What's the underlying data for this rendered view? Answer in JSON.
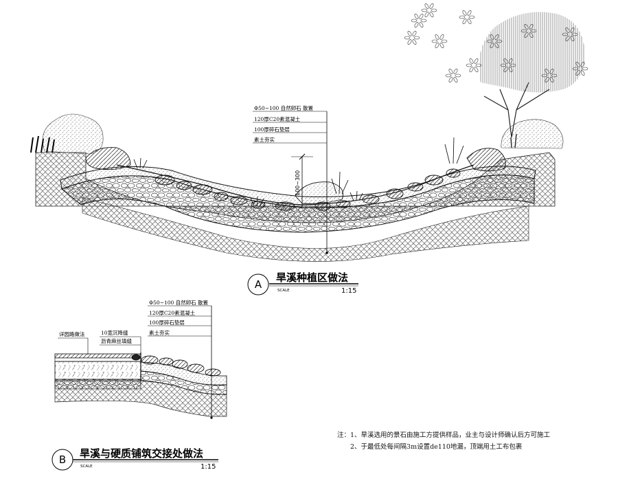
{
  "section_a": {
    "marker": "A",
    "title": "旱溪种植区做法",
    "scale_word": "SCALE",
    "scale_value": "1:15",
    "dimension": "100~300",
    "callouts": [
      "Φ50~100 自然卵石 散置",
      "120厚C20素混凝土",
      "100厚碎石垫层",
      "素土夯实"
    ]
  },
  "section_b": {
    "marker": "B",
    "title": "旱溪与硬质铺筑交接处做法",
    "scale_word": "SCALE",
    "scale_value": "1:15",
    "callouts": [
      "Φ50~100 自然卵石 散置",
      "120厚C20素混凝土",
      "100厚碎石垫层",
      "素土夯实"
    ],
    "left_label": "详园路做法",
    "joint_label_1": "10宽沉降缝",
    "joint_label_2": "沥青麻丝填缝"
  },
  "notes": {
    "line1": "注：1、旱溪选用的景石由施工方提供样品，业主与设计师确认后方可施工",
    "line2": "2、于最低处每间隔3m设置de110地漏，顶端用土工布包裹"
  }
}
